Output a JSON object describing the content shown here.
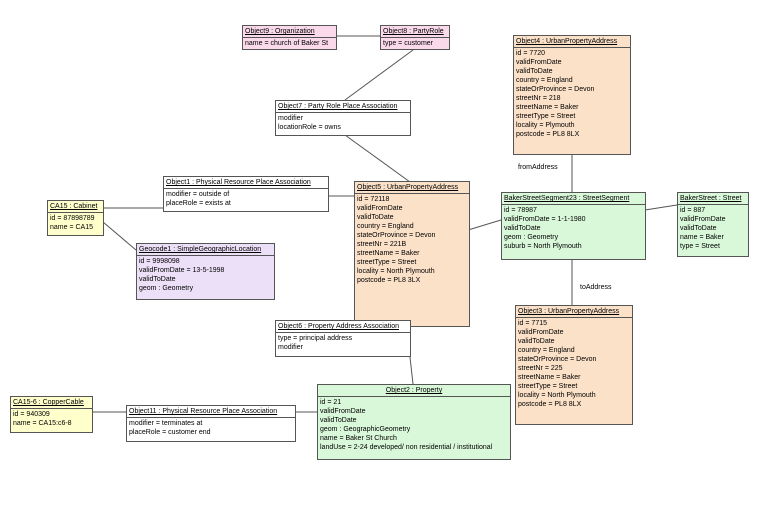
{
  "objects": [
    {
      "key": "obj9",
      "header": "Object9 : Organization",
      "attrs": [
        "name = church of Baker St"
      ]
    },
    {
      "key": "obj8",
      "header": "Object8 : PartyRole",
      "attrs": [
        "type = customer"
      ]
    },
    {
      "key": "obj4",
      "header": "Object4 : UrbanPropertyAddress",
      "attrs": [
        "id = 7720",
        "validFromDate",
        "validToDate",
        "country = England",
        "stateOrProvince = Devon",
        "streetNr = 218",
        "streetName = Baker",
        "streetType = Street",
        "locality = Plymouth",
        "postcode = PL8 8LX"
      ]
    },
    {
      "key": "obj7",
      "header": "Object7 : Party Role Place Association",
      "attrs": [
        "modifier",
        "locationRole = owns"
      ]
    },
    {
      "key": "obj1",
      "header": "Object1 : Physical Resource Place Association",
      "attrs": [
        "modifier = outside of",
        "placeRole = exists at"
      ]
    },
    {
      "key": "obj5",
      "header": "Object5 : UrbanPropertyAddress",
      "attrs": [
        "id = 72118",
        "validFromDate",
        "validToDate",
        "country = England",
        "stateOrProvince = Devon",
        "streetNr = 221B",
        "streetName = Baker",
        "streetType = Street",
        "locality = North Plymouth",
        "postcode = PL8 3LX"
      ]
    },
    {
      "key": "seg",
      "header": "BakerStreetSegment23 : StreetSegment",
      "attrs": [
        "id = 78987",
        "validFromDate = 1-1-1980",
        "validToDate",
        "geom : Geometry",
        "suburb = North Plymouth"
      ]
    },
    {
      "key": "street",
      "header": "BakerStreet : Street",
      "attrs": [
        "id = 887",
        "validFromDate",
        "validToDate",
        "name = Baker",
        "type = Street"
      ]
    },
    {
      "key": "ca15",
      "header": "CA15 : Cabinet",
      "attrs": [
        "id = 87898789",
        "name = CA15"
      ]
    },
    {
      "key": "geo1",
      "header": "Geocode1 : SimpleGeographicLocation",
      "attrs": [
        "id = 9998098",
        "validFromDate = 13-5-1998",
        "validToDate",
        "geom : Geometry"
      ]
    },
    {
      "key": "obj6",
      "header": "Object6 : Property Address Association",
      "attrs": [
        "type = principal address",
        "modifier"
      ]
    },
    {
      "key": "obj3",
      "header": "Object3 : UrbanPropertyAddress",
      "attrs": [
        "id = 7715",
        "validFromDate",
        "validToDate",
        "country = England",
        "stateOrProvince = Devon",
        "streetNr = 225",
        "streetName = Baker",
        "streetType = Street",
        "locality = North Plymouth",
        "postcode = PL8 8LX"
      ]
    },
    {
      "key": "cable",
      "header": "CA15-6 : CopperCable",
      "attrs": [
        "id = 940309",
        "name = CA15:c6-8"
      ]
    },
    {
      "key": "obj11",
      "header": "Object11 : Physical Resource Place Association",
      "attrs": [
        "modifier = terminates at",
        "placeRole = customer end"
      ]
    },
    {
      "key": "obj2",
      "header": "Object2 : Property",
      "attrs": [
        "id = 21",
        "validFromDate",
        "validToDate",
        "geom : GeographicGeometry",
        "name = Baker St Church",
        "landUse = 2-24 developed/ non residential / institutional"
      ]
    }
  ],
  "labels": {
    "from_address": "fromAddress",
    "to_address": "toAddress"
  },
  "colors": {
    "pink": "#f9d9ea",
    "orange": "#fbe1c8",
    "yellow": "#ffffcc",
    "lilac": "#ece0f8",
    "green": "#d9f7d9",
    "line": "#555555"
  }
}
